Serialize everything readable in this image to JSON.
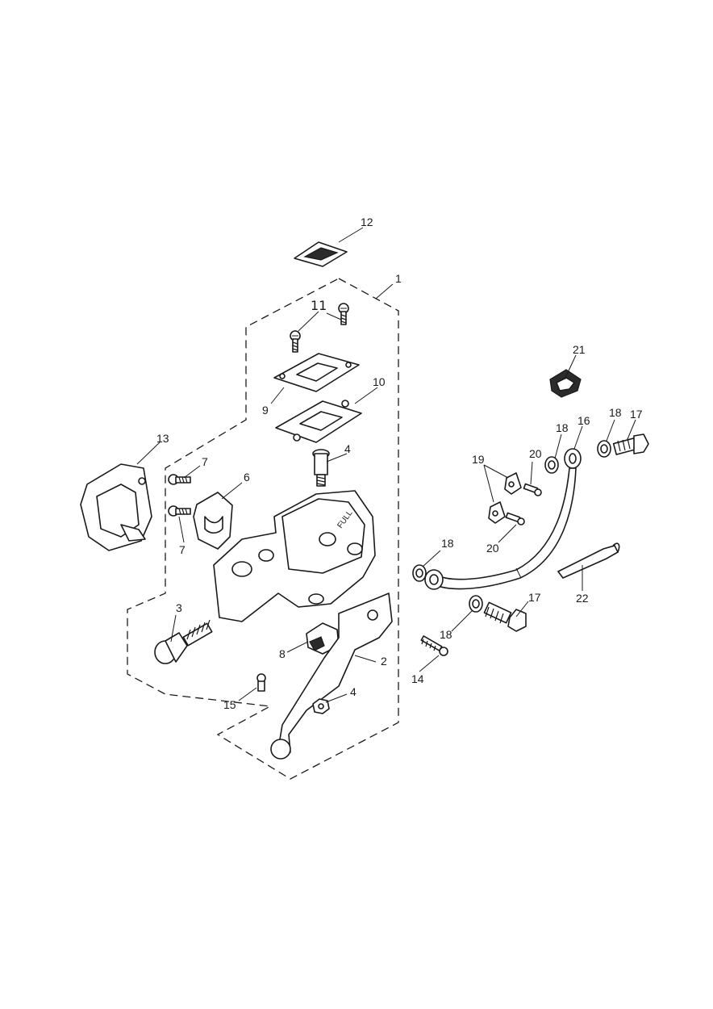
{
  "callouts": {
    "c1": "1",
    "c2": "2",
    "c3": "3",
    "c4a": "4",
    "c4b": "4",
    "c6": "6",
    "c7a": "7",
    "c7b": "7",
    "c8": "8",
    "c9": "9",
    "c10": "10",
    "c11": "11",
    "c12": "12",
    "c13": "13",
    "c14": "14",
    "c15": "15",
    "c16": "16",
    "c17a": "17",
    "c17b": "17",
    "c18a": "18",
    "c18b": "18",
    "c18c": "18",
    "c18d": "18",
    "c19": "19",
    "c20a": "20",
    "c20b": "20",
    "c21": "21",
    "c22": "22"
  },
  "reservoir_marking": "FULL"
}
